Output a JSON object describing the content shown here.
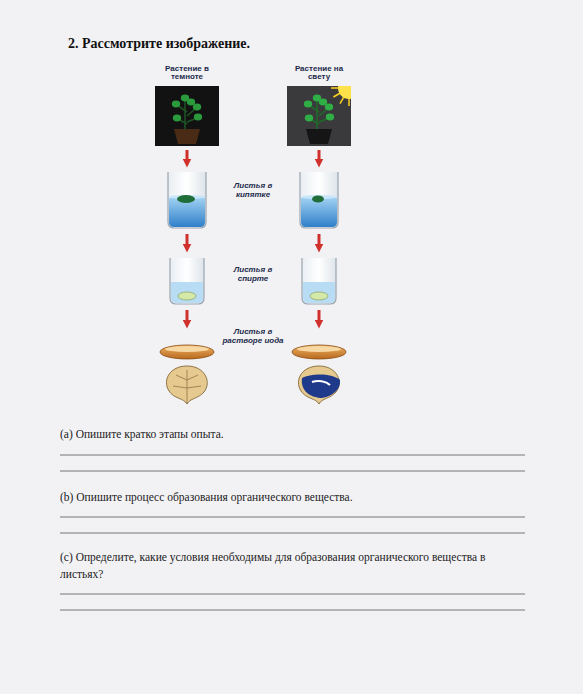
{
  "diagram": {
    "title": "2. Рассмотрите изображение.",
    "nodes": [
      {
        "text": [
          "Растение в темноте"
        ]
      },
      {
        "text": [
          "Растение на свету"
        ]
      }
    ],
    "labels": [
      "Листья в кипятке",
      "Листья в спирте",
      "Листья в растворе иода",
      "(a) Опишите кратко этапы опыта.",
      "(b) Опишите процесс образования органического вещества.",
      "(c) Определите, какие условия необходимы для образования органического вещества в листьях?"
    ]
  }
}
